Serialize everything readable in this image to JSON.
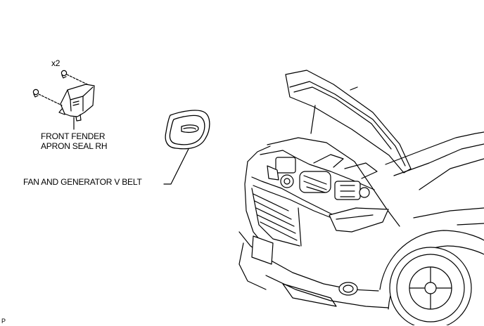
{
  "labels": {
    "quantity": "x2",
    "seal_line1": "FRONT FENDER",
    "seal_line2": "APRON SEAL RH",
    "belt": "FAN AND GENERATOR V BELT",
    "page_code": "P"
  }
}
